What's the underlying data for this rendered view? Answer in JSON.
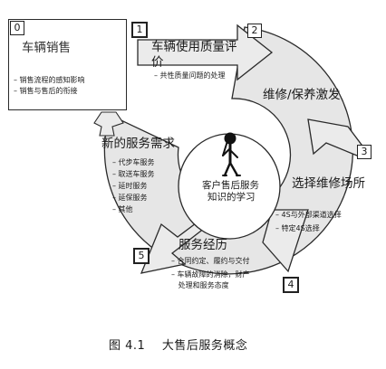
{
  "box0": {
    "number": "0",
    "title": "车辆销售",
    "items": [
      "–  销售流程的感知影响",
      "–  销售与售后的衔接"
    ]
  },
  "step1": {
    "number": "1",
    "title_line1": "车辆使用质量评",
    "title_line2": "价",
    "item": "–  共性质量问题的处理"
  },
  "step2": {
    "number": "2",
    "title": "维修/保养激发"
  },
  "step3": {
    "number": "3",
    "title": "选择维修场所",
    "items": [
      "–  4S与外部渠道选择",
      "–  特定4S选择"
    ]
  },
  "step4": {
    "number": "4"
  },
  "step5": {
    "number": "5",
    "title": "服务经历",
    "items": [
      "–  合同约定、履约与交付",
      "–  车辆故障的消除，财产",
      "   处理和服务态度"
    ]
  },
  "needs": {
    "title": "新的服务需求",
    "items": [
      "–  代步车服务",
      "–  取送车服务",
      "–  延时服务",
      "–  延保服务",
      "–  其他"
    ]
  },
  "center": {
    "line1": "客户售后服务",
    "line2": "知识的学习"
  },
  "caption": "图 4.1    大售后服务概念"
}
